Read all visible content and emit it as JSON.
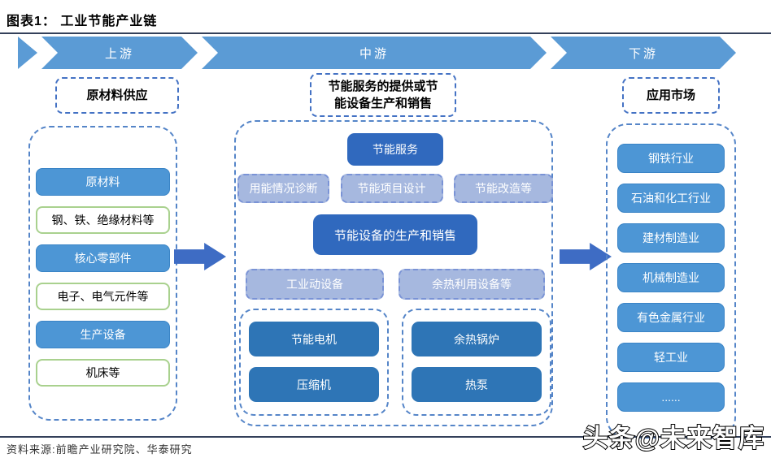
{
  "title": "图表1：  工业节能产业链",
  "banner": {
    "segments": [
      {
        "label": "上游"
      },
      {
        "label": "中游"
      },
      {
        "label": "下游"
      }
    ]
  },
  "headers": {
    "upstream": "原材料供应",
    "midstream_line1": "节能服务的提供或节",
    "midstream_line2": "能设备生产和销售",
    "downstream": "应用市场"
  },
  "upstream": {
    "items": [
      {
        "label": "原材料",
        "style": "blue"
      },
      {
        "label": "钢、铁、绝缘材料等",
        "style": "green"
      },
      {
        "label": "核心零部件",
        "style": "blue"
      },
      {
        "label": "电子、电气元件等",
        "style": "green"
      },
      {
        "label": "生产设备",
        "style": "blue"
      },
      {
        "label": "机床等",
        "style": "green"
      }
    ]
  },
  "midstream": {
    "service_header": "节能服务",
    "service_items": [
      "用能情况诊断",
      "节能项目设计",
      "节能改造等"
    ],
    "equipment_header": "节能设备的生产和销售",
    "equipment_categories": [
      "工业动设备",
      "余热利用设备等"
    ],
    "groups": [
      {
        "items": [
          "节能电机",
          "压缩机"
        ]
      },
      {
        "items": [
          "余热锅炉",
          "热泵"
        ]
      }
    ]
  },
  "downstream": {
    "items": [
      "钢铁行业",
      "石油和化工行业",
      "建材制造业",
      "机械制造业",
      "有色金属行业",
      "轻工业",
      "......"
    ]
  },
  "footer": {
    "source": "资料来源:前瞻产业研究院、华泰研究",
    "watermark": "头条@未来智库"
  },
  "colors": {
    "banner_blue": "#5B9BD5",
    "medium_blue": "#4D96D5",
    "dark_blue": "#2E75B6",
    "header_dark_blue": "#3069BE",
    "light_blue_fill": "#A6B8DF",
    "green_border": "#A9D18E",
    "dashed_border": "#4472C4",
    "flow_arrow": "#3E6CC4",
    "rule_line": "#33405a"
  }
}
